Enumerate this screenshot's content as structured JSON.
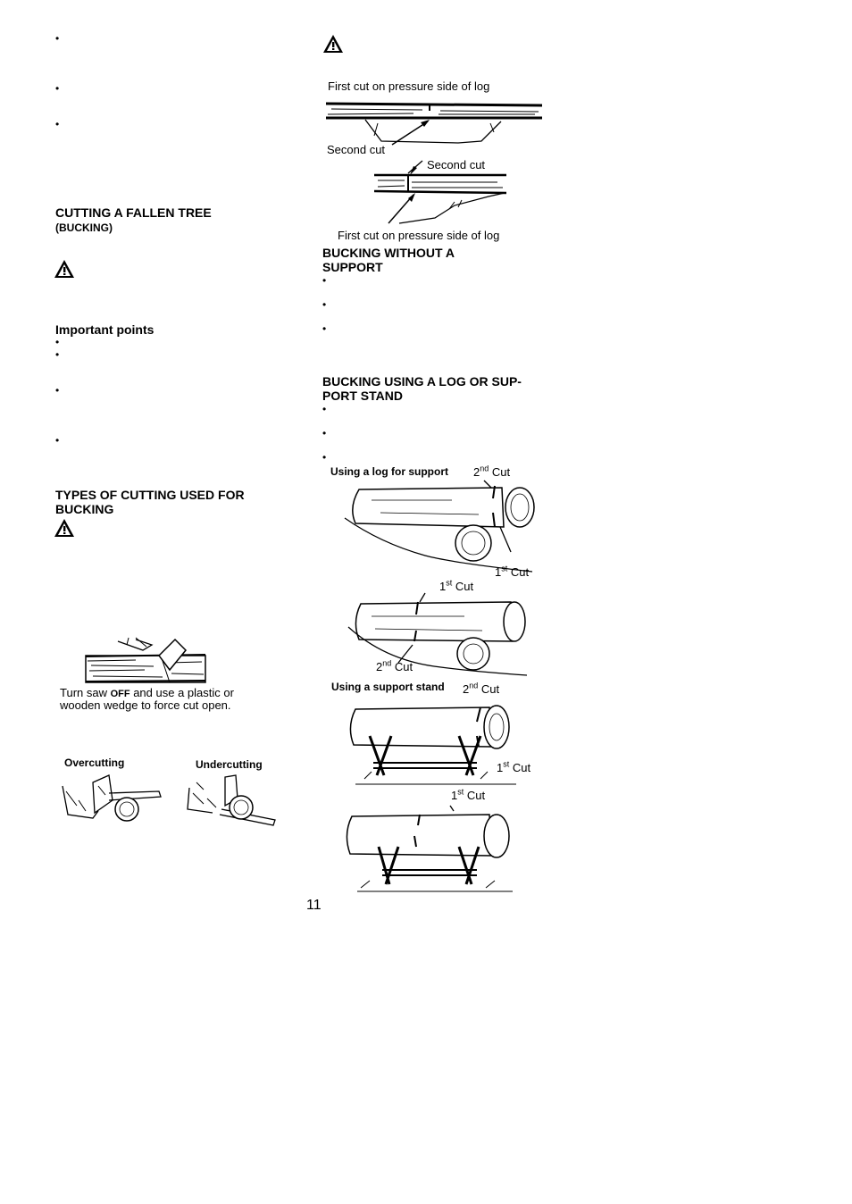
{
  "left": {
    "bullets": [
      "•",
      "•",
      "•"
    ],
    "fallen": {
      "title": "CUTTING A FALLEN TREE",
      "subtitle": "(BUCKING)"
    },
    "important": {
      "title": "Important points",
      "bullets": [
        "•",
        "•",
        "•",
        "•"
      ]
    },
    "types": {
      "title_line1": "TYPES OF CUTTING USED FOR",
      "title_line2": "BUCKING"
    },
    "wedge_caption": {
      "pre": "Turn  saw ",
      "off": "OFF",
      "post_line1": " and use a plastic or",
      "line2": "wooden wedge to force cut open."
    },
    "overcutting": "Overcutting",
    "undercutting": "Undercutting"
  },
  "right": {
    "diagram1": {
      "top_label": "First cut on pressure side of log",
      "second_cut_1": "Second cut",
      "second_cut_2": "Second cut",
      "bottom_label": "First cut on pressure side of log"
    },
    "without": {
      "title_line1": "BUCKING WITHOUT A",
      "title_line2": "SUPPORT",
      "bullets": [
        "•",
        "•",
        "•"
      ]
    },
    "using": {
      "title_line1": "BUCKING USING A LOG OR SUP-",
      "title_line2": "PORT STAND",
      "bullets": [
        "•",
        "•",
        "•"
      ]
    },
    "log_support": {
      "label": "Using a log for support",
      "cut": "Cut",
      "n2": "2",
      "s2": "nd",
      "n1": "1",
      "s1": "st"
    },
    "support_stand": {
      "label": "Using a support stand"
    }
  },
  "page_number": "11"
}
